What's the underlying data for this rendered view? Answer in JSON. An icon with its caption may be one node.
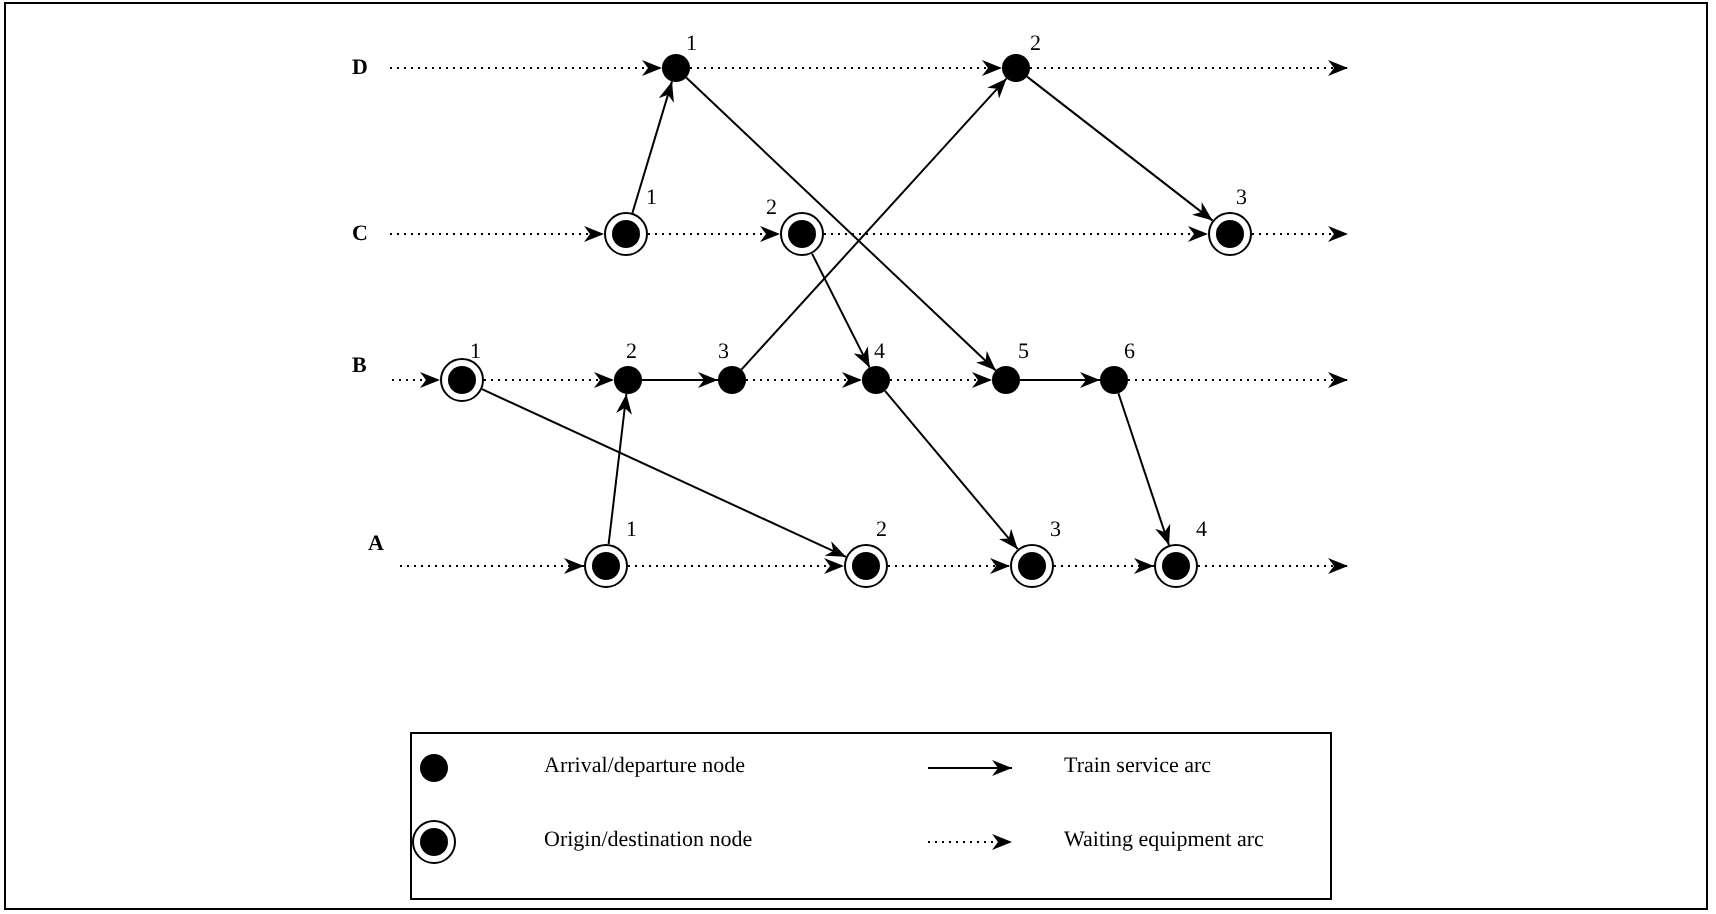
{
  "diagram": {
    "nodes": [
      {
        "text": [
          "1"
        ]
      },
      {
        "text": [
          "2"
        ]
      },
      {
        "text": [
          "1"
        ]
      },
      {
        "text": [
          "2"
        ]
      },
      {
        "text": [
          "3"
        ]
      },
      {
        "text": [
          "1"
        ]
      },
      {
        "text": [
          "2"
        ]
      },
      {
        "text": [
          "3"
        ]
      },
      {
        "text": [
          "4"
        ]
      },
      {
        "text": [
          "5"
        ]
      },
      {
        "text": [
          "6"
        ]
      },
      {
        "text": [
          "1"
        ]
      },
      {
        "text": [
          "2"
        ]
      },
      {
        "text": [
          "3"
        ]
      },
      {
        "text": [
          "4"
        ]
      }
    ],
    "edges": [
      {
        "from": null,
        "to": 0,
        "arrow": "to",
        "style": "dashed"
      },
      {
        "from": 0,
        "to": 1,
        "arrow": "to",
        "style": "dashed"
      },
      {
        "from": 1,
        "to": null,
        "arrow": "to",
        "style": "dashed"
      },
      {
        "from": null,
        "to": 2,
        "arrow": "to",
        "style": "dashed"
      },
      {
        "from": 2,
        "to": 3,
        "arrow": "to",
        "style": "dashed"
      },
      {
        "from": 3,
        "to": 4,
        "arrow": "to",
        "style": "dashed"
      },
      {
        "from": 4,
        "to": null,
        "arrow": "to",
        "style": "dashed"
      },
      {
        "from": null,
        "to": 5,
        "arrow": "to",
        "style": "dashed"
      },
      {
        "from": 5,
        "to": 6,
        "arrow": "to",
        "style": "dashed"
      },
      {
        "from": 6,
        "to": 7,
        "arrow": "to"
      },
      {
        "from": 7,
        "to": 8,
        "arrow": "to",
        "style": "dashed"
      },
      {
        "from": 8,
        "to": 9,
        "arrow": "to",
        "style": "dashed"
      },
      {
        "from": 9,
        "to": 10,
        "arrow": "to"
      },
      {
        "from": 10,
        "to": null,
        "arrow": "to",
        "style": "dashed"
      },
      {
        "from": null,
        "to": 11,
        "arrow": "to",
        "style": "dashed"
      },
      {
        "from": 11,
        "to": 12,
        "arrow": "to",
        "style": "dashed"
      },
      {
        "from": 12,
        "to": 13,
        "arrow": "to",
        "style": "dashed"
      },
      {
        "from": 13,
        "to": 14,
        "arrow": "to",
        "style": "dashed"
      },
      {
        "from": 14,
        "to": null,
        "arrow": "to",
        "style": "dashed"
      },
      {
        "from": 2,
        "to": 0,
        "arrow": "to"
      },
      {
        "from": 0,
        "to": 9,
        "arrow": "to"
      },
      {
        "from": 7,
        "to": 1,
        "arrow": "to"
      },
      {
        "from": 1,
        "to": 4,
        "arrow": "to"
      },
      {
        "from": 3,
        "to": 8,
        "arrow": "to"
      },
      {
        "from": 5,
        "to": 12,
        "arrow": "to"
      },
      {
        "from": 11,
        "to": 6,
        "arrow": "to"
      },
      {
        "from": 8,
        "to": 13,
        "arrow": "to"
      },
      {
        "from": 10,
        "to": 14,
        "arrow": "to"
      }
    ],
    "labels": [
      "D",
      "C",
      "B",
      "A"
    ],
    "legend": [
      {
        "text": "Arrival/departure node"
      },
      {
        "text": "Train service arc"
      },
      {
        "text": "Origin/destination node"
      },
      {
        "text": "Waiting equipment arc"
      }
    ]
  }
}
